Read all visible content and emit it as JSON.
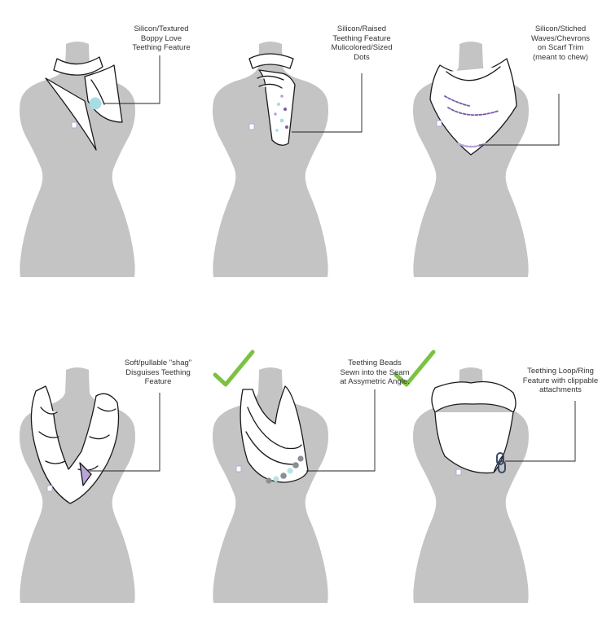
{
  "colors": {
    "mannequin": "#c4c4c4",
    "outline": "#1a1a1a",
    "checkmark": "#7cc242",
    "teal": "#a9dde6",
    "purple": "#7a5aa8",
    "lavender": "#b8a4d6",
    "bead_gray": "#8a8f96",
    "bead_teal": "#b8e2e6"
  },
  "panels": [
    {
      "id": "bandana",
      "checked": false,
      "callout": [
        "Silicon/Textured",
        "Boppy Love",
        "Teething Feature"
      ]
    },
    {
      "id": "skinny-scarf",
      "checked": false,
      "callout": [
        "Silicon/Raised",
        "Teething Feature",
        "Mulicolored/Sized",
        "Dots"
      ]
    },
    {
      "id": "triangle-scarf",
      "checked": false,
      "callout": [
        "Silicon/Stiched",
        "Waves/Chevrons",
        "on Scarf Trim",
        "(meant to chew)"
      ]
    },
    {
      "id": "shag-infinity",
      "checked": false,
      "callout": [
        "Soft/pullable \"shag\"",
        "Disguises Teething",
        "Feature"
      ]
    },
    {
      "id": "bead-infinity",
      "checked": true,
      "callout": [
        "Teething Beads",
        "Sewn into the Seam",
        "at Assymetric Angle."
      ]
    },
    {
      "id": "loop-bandana",
      "checked": true,
      "callout": [
        "Teething Loop/Ring",
        "Feature with clippable",
        "attachments"
      ]
    }
  ]
}
